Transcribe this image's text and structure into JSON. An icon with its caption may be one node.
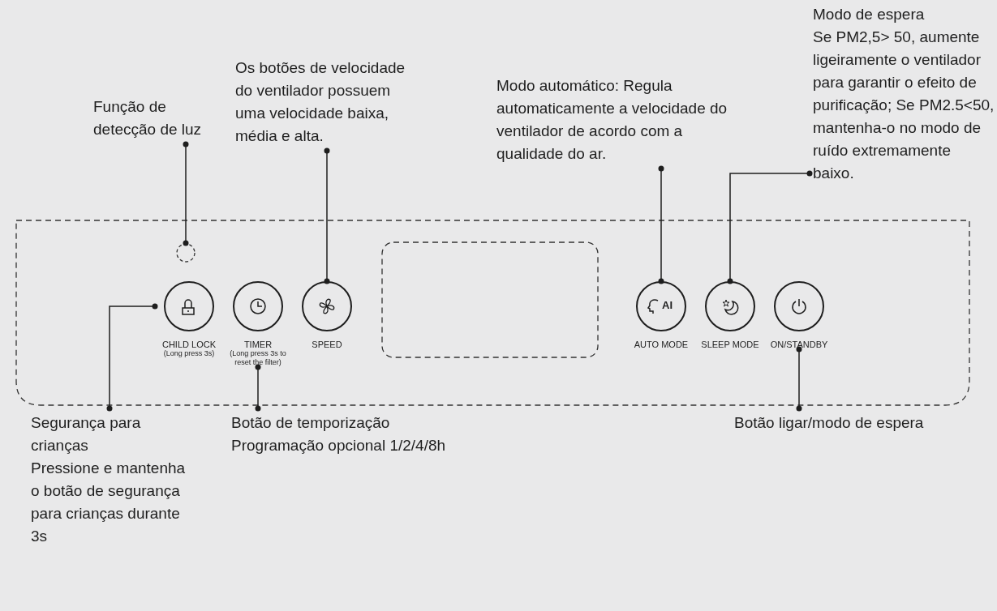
{
  "diagram": {
    "nodes": [
      {
        "text": [
          "Função de detecção de luz"
        ]
      },
      {
        "text": [],
        "shape": "circle"
      },
      {
        "text": [
          "Os botões de velocidade do ventilador possuem uma velocidade baixa, média e alta."
        ]
      },
      {
        "text": [
          "SPEED"
        ]
      },
      {
        "text": [
          "Modo automático: Regula automaticamente a velocidade do ventilador de acordo com a qualidade do ar."
        ]
      },
      {
        "text": [
          "AI",
          "AUTO MODE"
        ]
      },
      {
        "text": [
          "Modo de espera",
          "Se PM2,5> 50, aumente ligeiramente o ventilador para garantir o efeito de purificação; Se PM2.5<50, mantenha-o no modo de ruído extremamente baixo."
        ]
      },
      {
        "text": [
          "SLEEP MODE"
        ]
      },
      {
        "text": [
          "CHILD LOCK",
          "(Long press 3s)"
        ]
      },
      {
        "text": [
          "Segurança para crianças",
          "Pressione e mantenha o botão de segurança para crianças durante 3s"
        ]
      },
      {
        "text": [
          "TIMER",
          "(Long press 3s to reset the filter)"
        ]
      },
      {
        "text": [
          "Botão de temporização",
          "Programação opcional 1/2/4/8h"
        ]
      },
      {
        "text": [
          "ON/STANDBY"
        ]
      },
      {
        "text": [
          "Botão ligar/modo de espera"
        ]
      },
      {
        "text": [],
        "shape": "box"
      }
    ],
    "edges": [
      {
        "from": 0,
        "to": 1,
        "arrow": "other"
      },
      {
        "from": 2,
        "to": 3,
        "arrow": "other"
      },
      {
        "from": 4,
        "to": 5,
        "arrow": "other"
      },
      {
        "from": 6,
        "to": 7,
        "arrow": "other"
      },
      {
        "from": 9,
        "to": 8,
        "arrow": "other"
      },
      {
        "from": 11,
        "to": 10,
        "arrow": "other"
      },
      {
        "from": 13,
        "to": 12,
        "arrow": "other"
      }
    ]
  }
}
